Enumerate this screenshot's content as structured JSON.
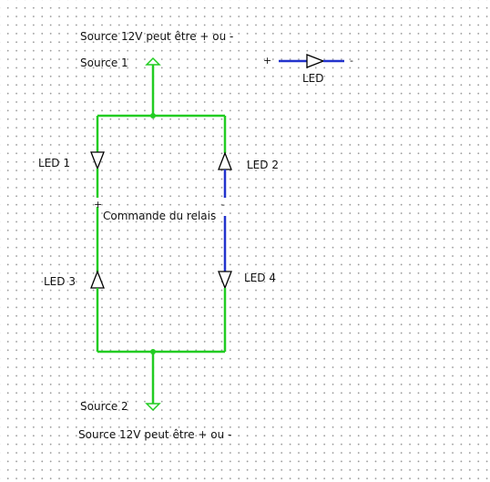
{
  "labels": {
    "top_note": "Source 12V peut être + ou -",
    "source1": "Source 1",
    "legend_plus": "+",
    "legend_minus": "-",
    "legend_led": "LED",
    "led1": "LED 1",
    "led2": "LED 2",
    "node_plus": "+",
    "node_minus": "-",
    "command": "Commande du relais",
    "led3": "LED 3",
    "led4": "LED 4",
    "source2": "Source 2",
    "bottom_note": "Source 12V peut être + ou -"
  },
  "colors": {
    "green_wire": "#22cc22",
    "blue_wire": "#2233cc",
    "component": "#000000"
  }
}
